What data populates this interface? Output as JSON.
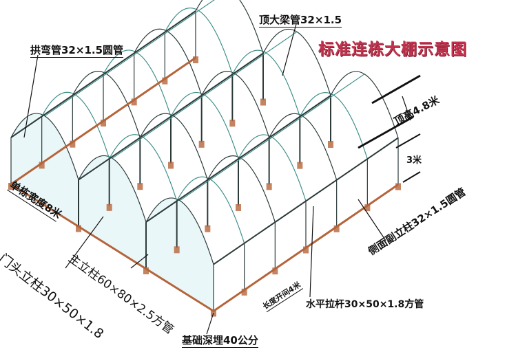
{
  "title": "标准连栋大棚示意图",
  "labels": {
    "arch_pipe": "拱弯管32×1.5圆管",
    "top_beam": "顶大梁管32×1.5",
    "top_height": "顶高4.8米",
    "shoulder_height": "3米",
    "span_width": "单栋宽度8米",
    "side_post": "侧面副立柱32×1.5圆管",
    "door_post": "门头立柱30×50×1.8",
    "main_post": "主立柱60×80×2.5方管",
    "bay_length": "长度开间4米",
    "tie_bar": "水平拉杆30×50×1.8方管",
    "foundation": "基础深埋40公分"
  },
  "structure": {
    "spans": 3,
    "bays": 6
  },
  "colors": {
    "frame": "#2c3a3a",
    "glass": "#bfe8ea",
    "base": "#b5643a",
    "title": "#c2334e"
  }
}
